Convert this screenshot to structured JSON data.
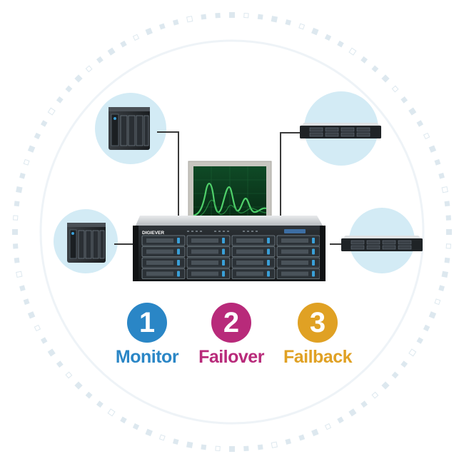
{
  "brand": {
    "logo_text": "DIGIEVER"
  },
  "steps": [
    {
      "number": "1",
      "label": "Monitor",
      "color": "#2a86c6"
    },
    {
      "number": "2",
      "label": "Failover",
      "color": "#b82a7a"
    },
    {
      "number": "3",
      "label": "Failback",
      "color": "#e0a124"
    }
  ],
  "colors": {
    "dots": "#dde8ef",
    "ring": "#eef3f7",
    "bubble": "#d3ebf5",
    "cable": "#3a3a3a",
    "chassis": "#1f2326",
    "monitor_bezel": "#c8c6c0",
    "screen": "#0c3b1f",
    "waveform": "#4fd06a"
  },
  "devices": [
    {
      "name": "nas-4-bay-top-left",
      "kind": "tower-nas"
    },
    {
      "name": "nas-4-bay-bottom-left",
      "kind": "tower-nas"
    },
    {
      "name": "rack-server-top-right",
      "kind": "1u-rack"
    },
    {
      "name": "rack-server-bottom-right",
      "kind": "1u-rack"
    },
    {
      "name": "main-nvr-rack",
      "kind": "3u-rack-16-bay"
    },
    {
      "name": "monitor-display",
      "kind": "monitor"
    }
  ]
}
